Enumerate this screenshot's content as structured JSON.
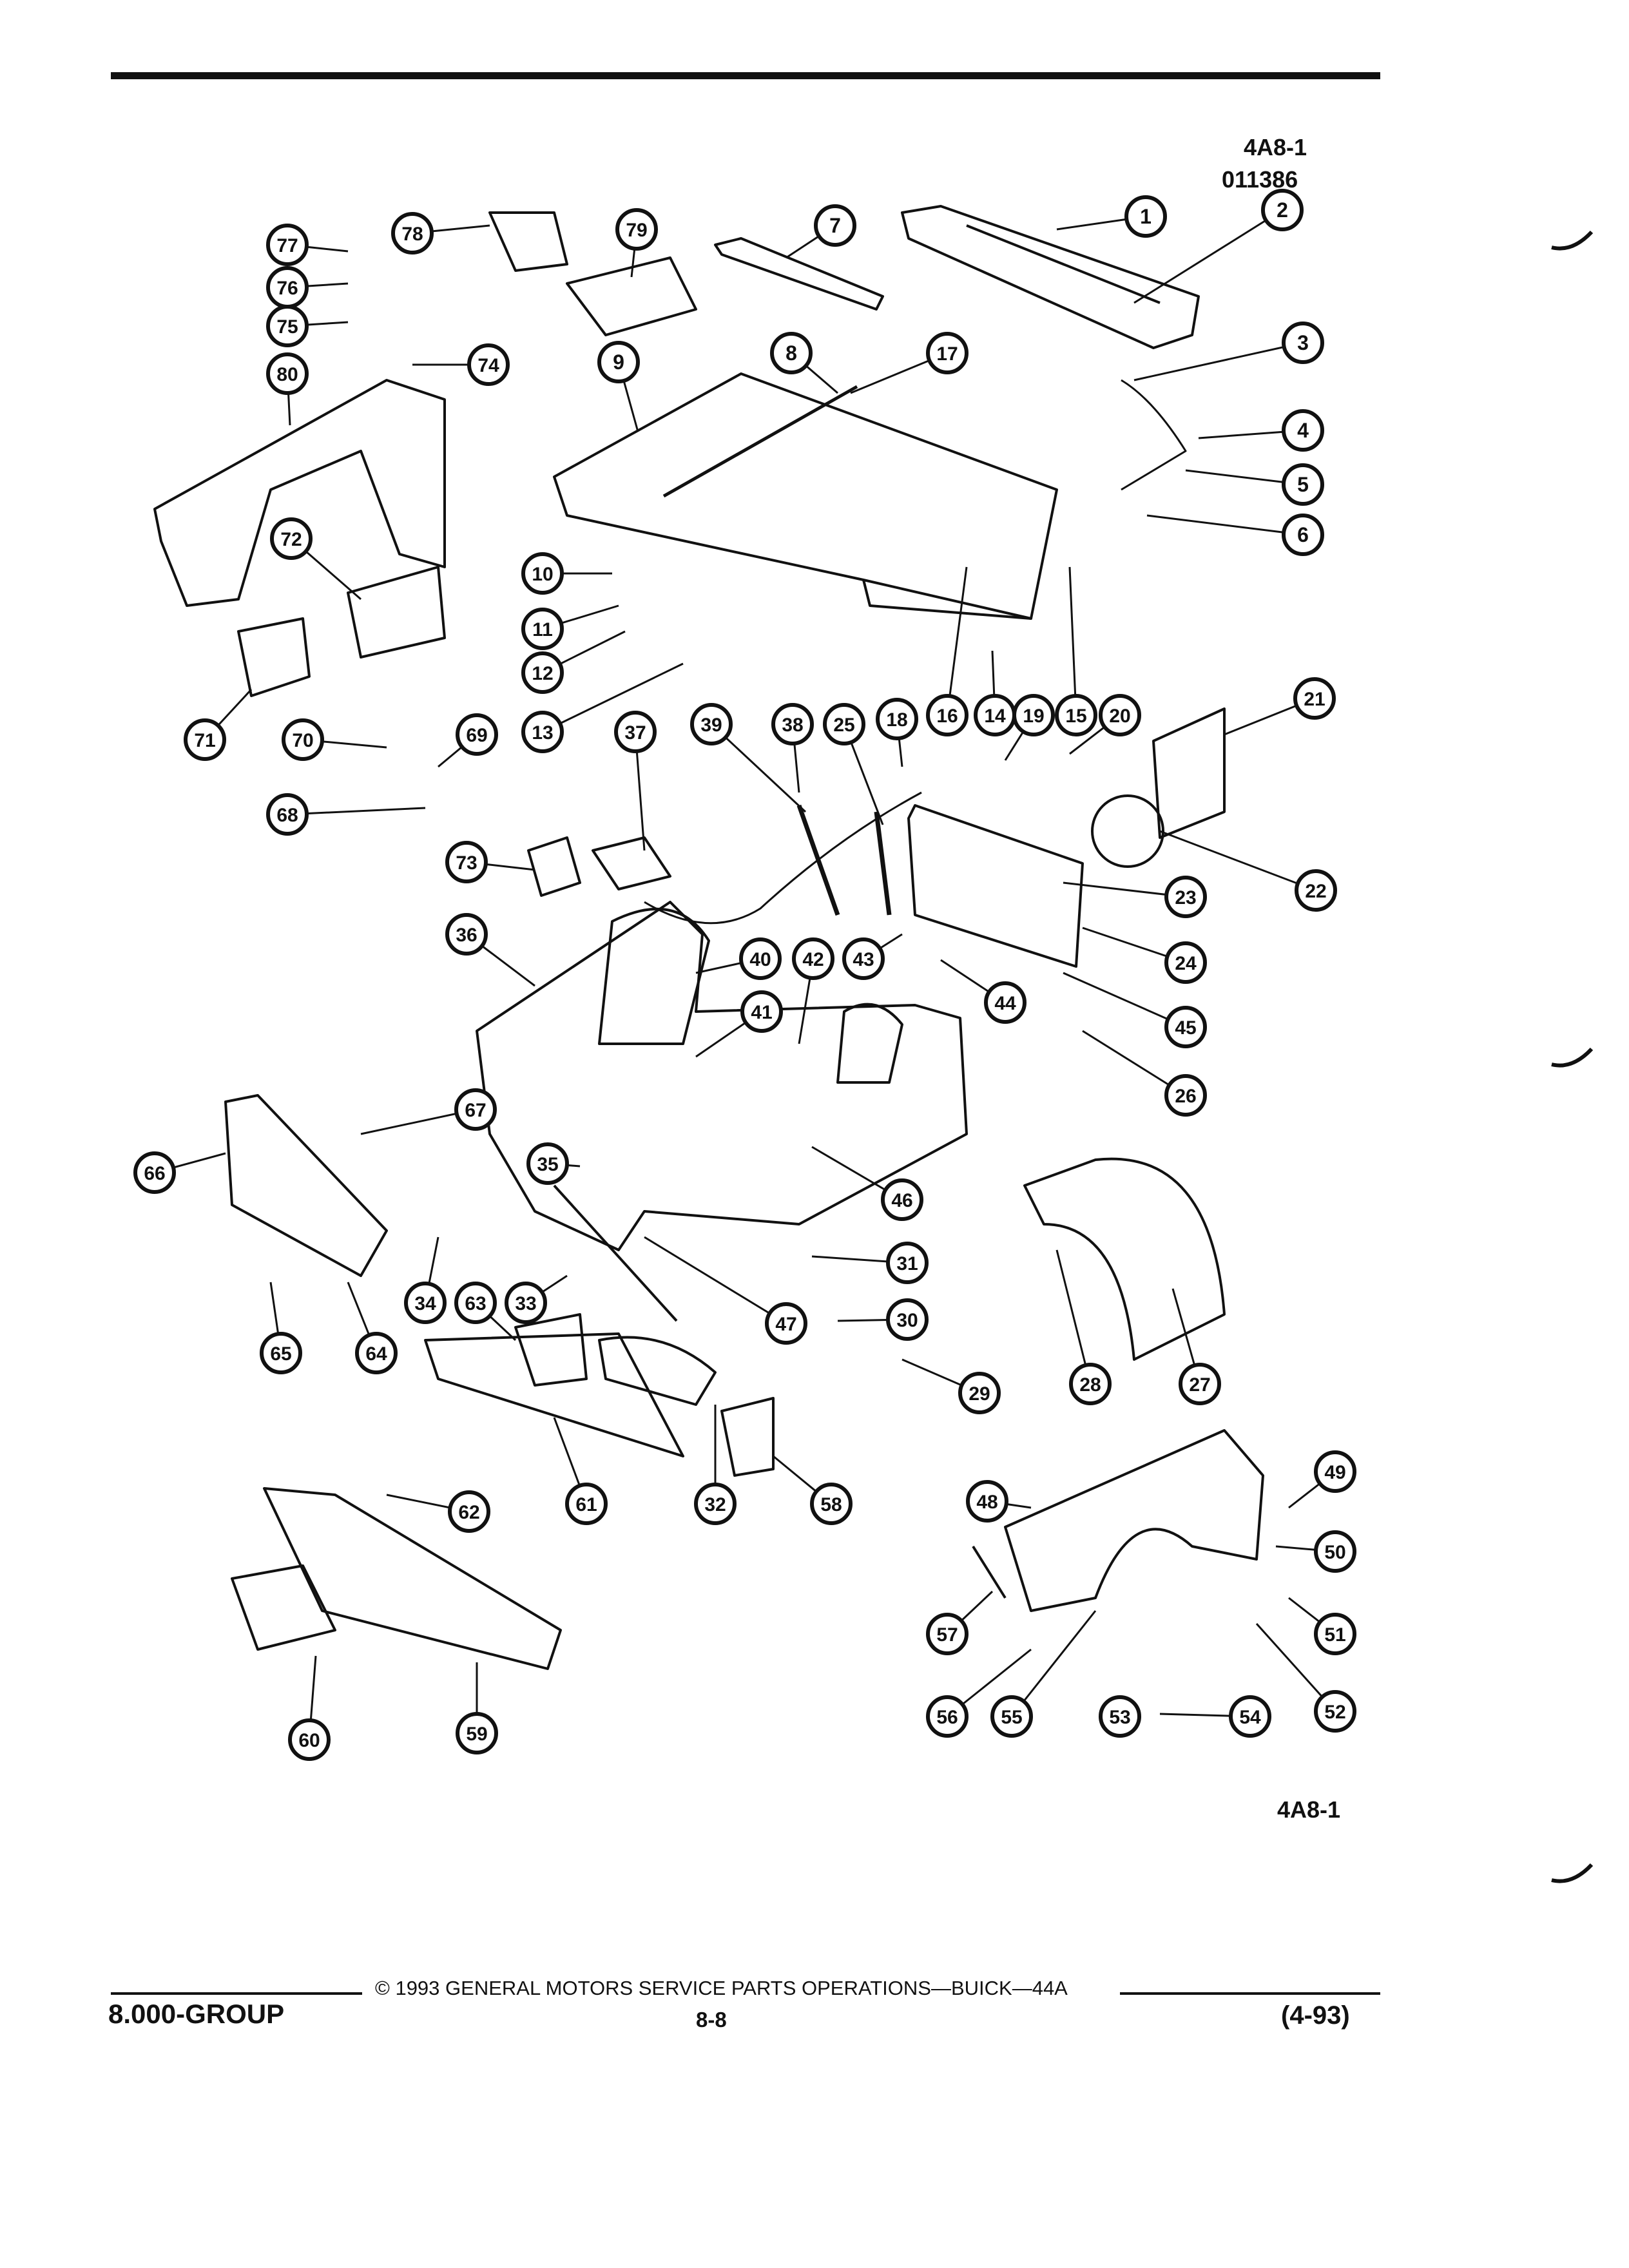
{
  "header": {
    "figure_id": "4A8-1",
    "figure_code": "011386"
  },
  "diagram": {
    "footer_id": "4A8-1",
    "callouts": [
      "1",
      "2",
      "3",
      "4",
      "5",
      "6",
      "7",
      "8",
      "9",
      "10",
      "11",
      "12",
      "13",
      "14",
      "15",
      "16",
      "17",
      "18",
      "19",
      "20",
      "21",
      "22",
      "23",
      "24",
      "25",
      "26",
      "27",
      "28",
      "29",
      "30",
      "31",
      "32",
      "33",
      "34",
      "35",
      "36",
      "37",
      "38",
      "39",
      "40",
      "41",
      "42",
      "43",
      "44",
      "45",
      "46",
      "47",
      "48",
      "49",
      "50",
      "51",
      "52",
      "53",
      "54",
      "55",
      "56",
      "57",
      "58",
      "59",
      "60",
      "61",
      "62",
      "63",
      "64",
      "65",
      "66",
      "67",
      "68",
      "69",
      "70",
      "71",
      "72",
      "73",
      "74",
      "75",
      "76",
      "77",
      "78",
      "79",
      "80"
    ]
  },
  "footer": {
    "copyright": "© 1993 GENERAL MOTORS SERVICE PARTS OPERATIONS—BUICK—44A",
    "group": "8.000-GROUP",
    "page": "8-8",
    "date": "(4-93)"
  },
  "colors": {
    "ink": "#111111",
    "paper": "#ffffff"
  }
}
